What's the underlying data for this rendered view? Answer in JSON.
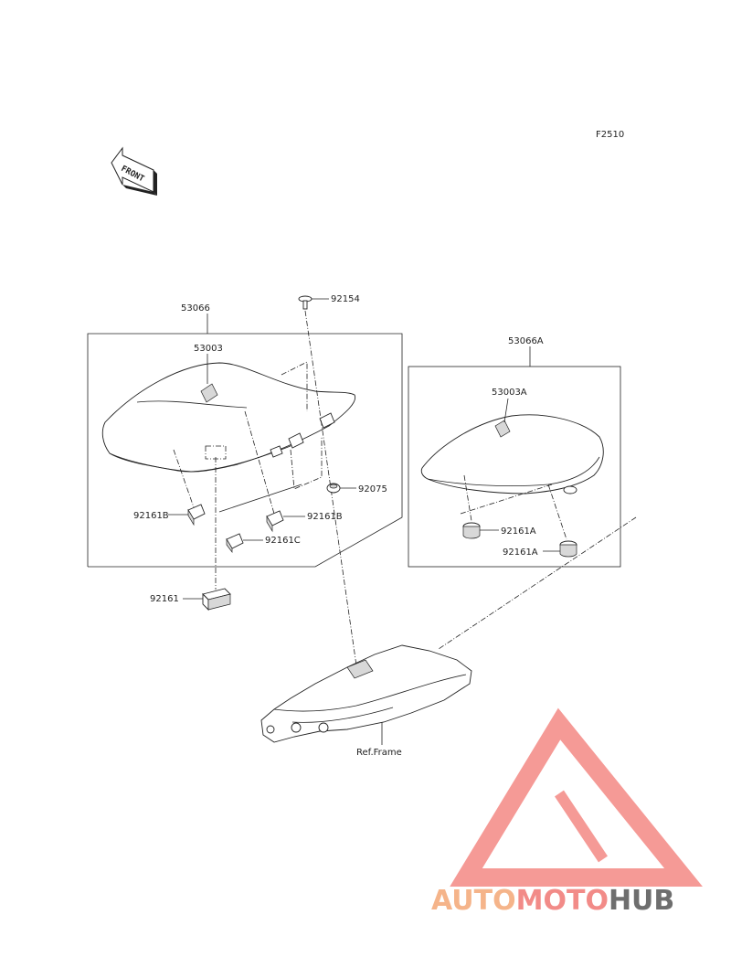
{
  "figure_code": "F2510",
  "front_badge": "FRONT",
  "callouts": {
    "seat_assy": "53066",
    "seat_pad": "53003",
    "bolt": "92154",
    "grommet": "92075",
    "damper_b_left": "92161B",
    "damper_b_right": "92161B",
    "damper_c": "92161C",
    "damper": "92161",
    "rear_seat_assy": "53066A",
    "rear_seat_pad": "53003A",
    "damper_a_upper": "92161A",
    "damper_a_lower": "92161A",
    "frame_ref": "Ref.Frame"
  },
  "watermark": {
    "part1": "AUTO",
    "part2": "MOTO",
    "part3": "HUB",
    "colors": {
      "orange": "#f5b48a",
      "pink": "#f28b88",
      "gray": "#6e6e6e"
    }
  }
}
